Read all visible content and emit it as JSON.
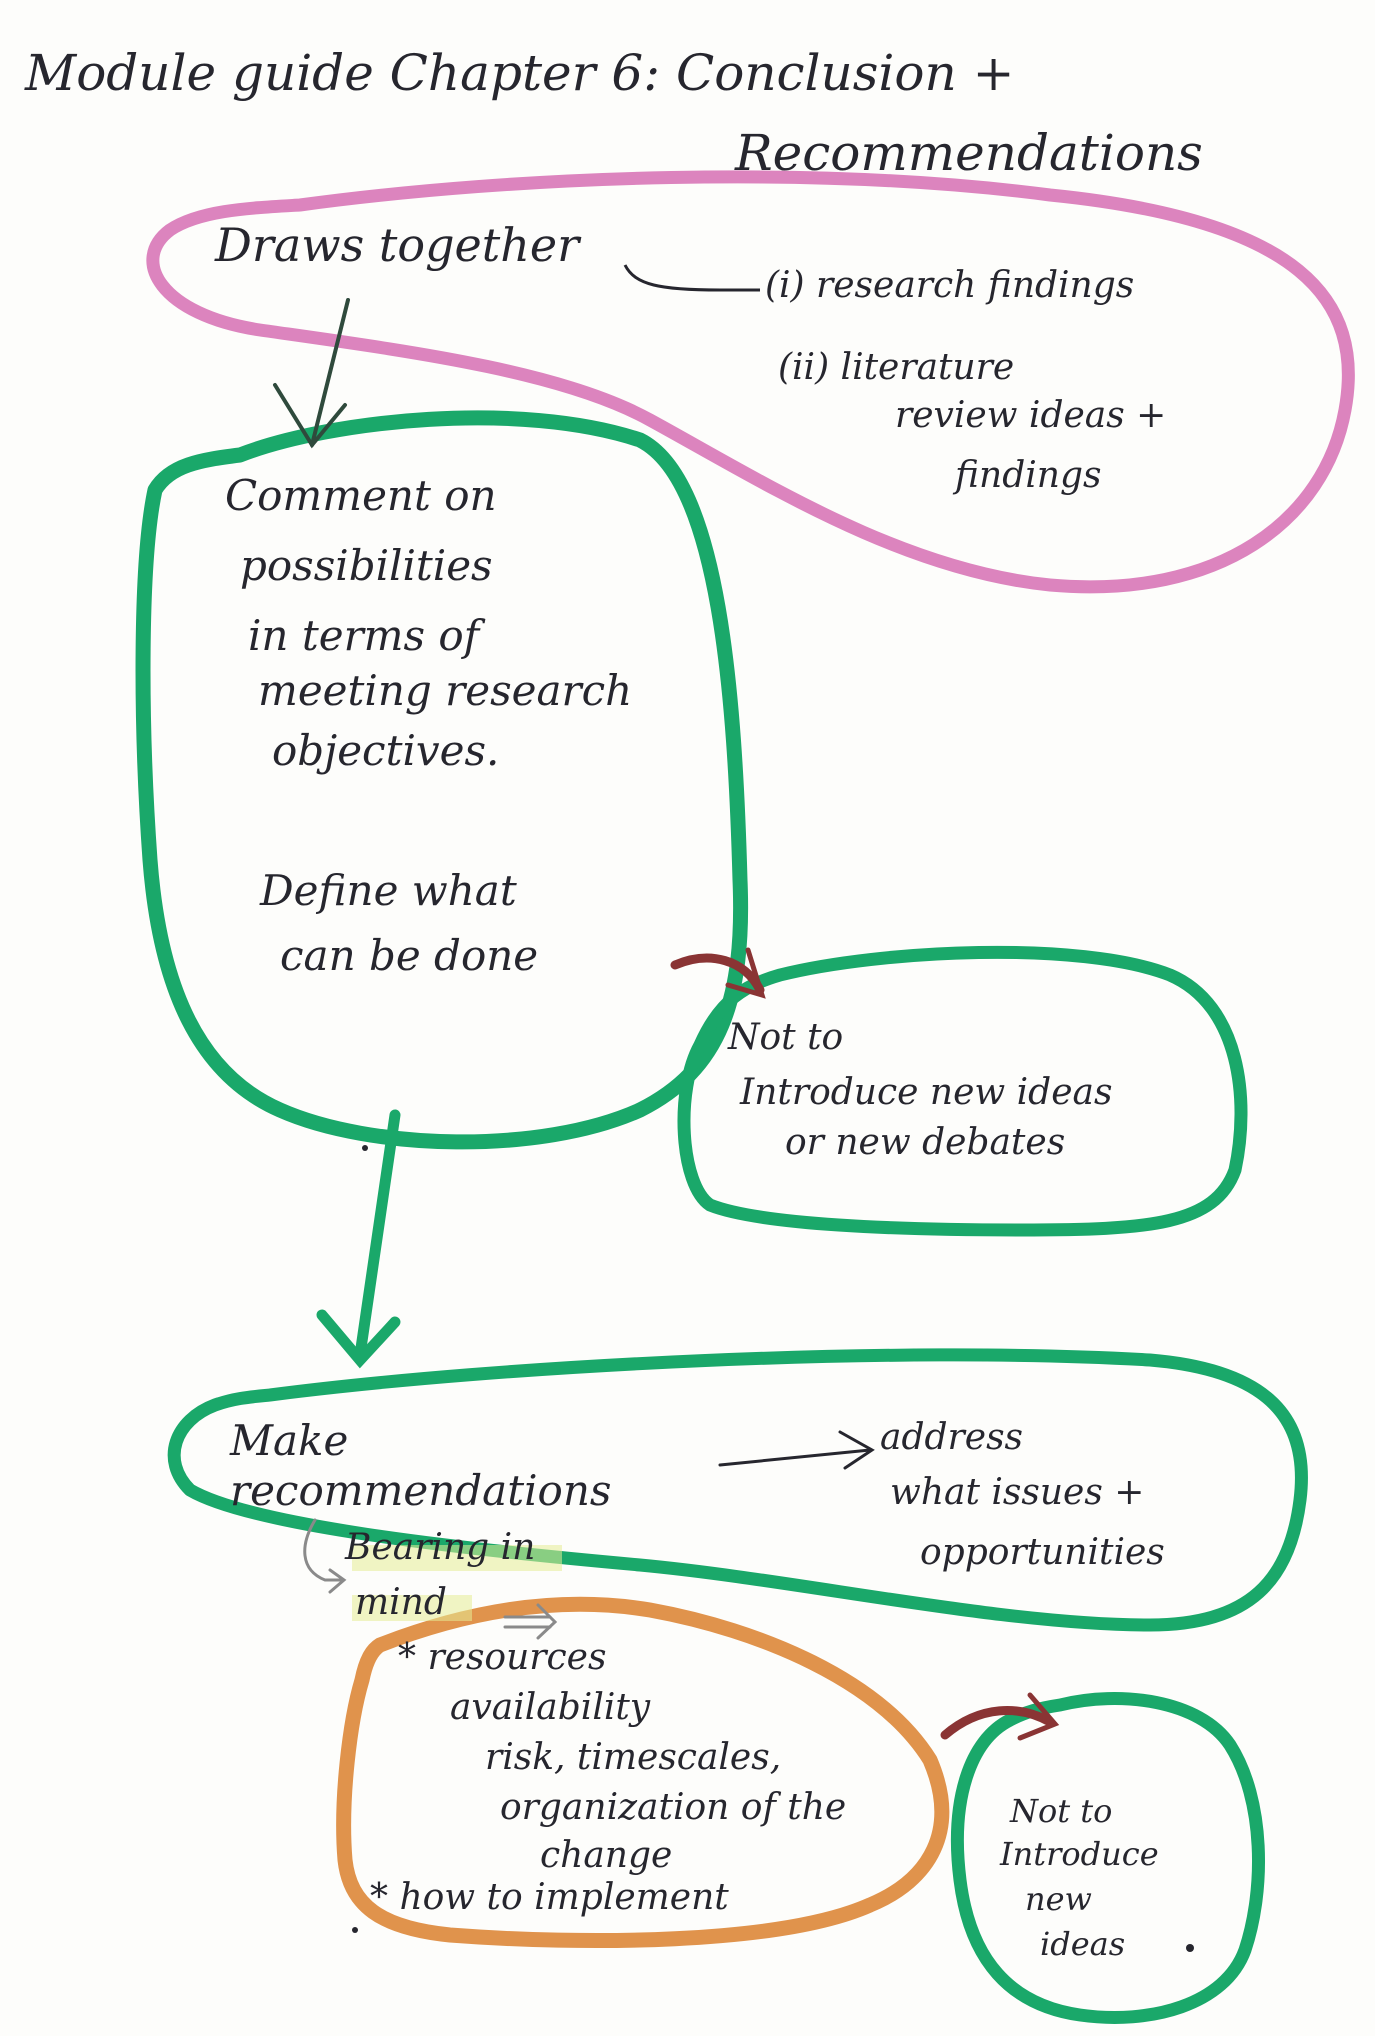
{
  "title": {
    "line1": "Module guide Chapter 6: Conclusion +",
    "line2": "Recommendations"
  },
  "pink_box": {
    "main": "Draws together",
    "item1": "(i) research findings",
    "item2_line1": "(ii) literature",
    "item2_line2": "review ideas +",
    "item2_line3": "findings"
  },
  "green_box1": {
    "line1": "Comment on",
    "line2": "possibilities",
    "line3": "in terms of",
    "line4": "meeting research",
    "line5": "objectives.",
    "line6": "Define what",
    "line7": "can be done"
  },
  "note1": {
    "line1": "Not to",
    "line2": "Introduce new ideas",
    "line3": "or new debates"
  },
  "green_box2": {
    "line1": "Make",
    "line2": "recommendations",
    "arrow_text_line1": "address",
    "arrow_text_line2": "what issues +",
    "arrow_text_line3": "opportunities",
    "bearing_line1": "Bearing in",
    "bearing_line2": "mind"
  },
  "orange_box": {
    "line1": "* resources",
    "line2": "availability",
    "line3": "risk, timescales,",
    "line4": "organization of the",
    "line5": "change",
    "line6": "* how to implement"
  },
  "note2": {
    "line1": "Not to",
    "line2": "Introduce",
    "line3": "new",
    "line4": "ideas"
  },
  "colors": {
    "pink": "#dc84be",
    "green": "#1aa86a",
    "orange": "#e0934c",
    "maroon": "#8a3434",
    "ink": "#26262e"
  }
}
